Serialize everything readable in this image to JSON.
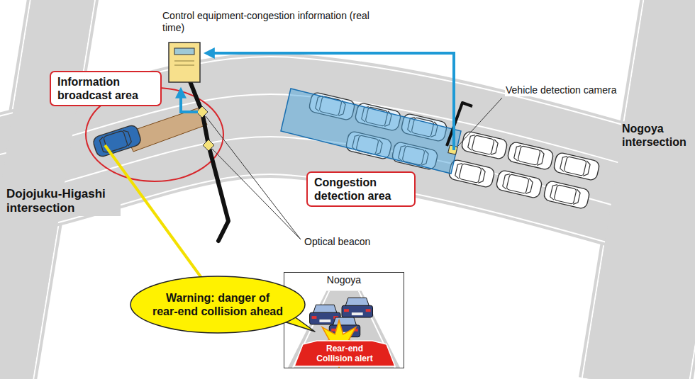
{
  "diagram": {
    "nodes": [
      {
        "text": [
          "Information broadcast area"
        ]
      },
      {
        "text": [
          "Congestion detection area"
        ]
      },
      {
        "text": [
          "Warning: danger of rear-end collision ahead"
        ]
      },
      {
        "text": [
          "Nogoya"
        ]
      },
      {
        "text": [
          "Rear-end Collision alert"
        ],
        "in": 3
      }
    ],
    "labels": [
      "Control equipment-congestion information (real time)",
      "Vehicle detection camera",
      "Nogoya intersection",
      "Dojojuku-Higashi intersection",
      "Optical beacon"
    ]
  }
}
